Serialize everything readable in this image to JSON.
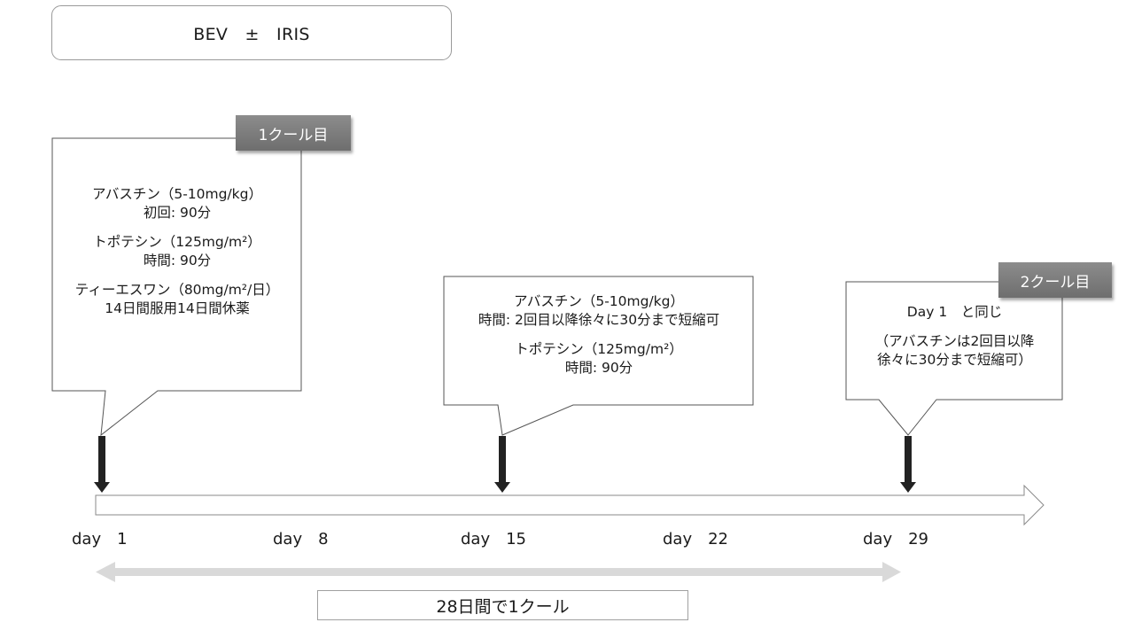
{
  "regimen_title": "BEV　±　IRIS",
  "cycle_tags": {
    "cycle1": "1クール目",
    "cycle2": "2クール目"
  },
  "callouts": {
    "day1": {
      "lines": [
        "アバスチン（5-10mg/kg）",
        "初回: 90分",
        "トポテシン（125mg/m²）",
        "時間: 90分",
        "ティーエスワン（80mg/m²/日）",
        "14日間服用14日間休薬"
      ]
    },
    "day15": {
      "lines": [
        "アバスチン（5-10mg/kg）",
        "時間: 2回目以降徐々に30分まで短縮可",
        "トポテシン（125mg/m²）",
        "時間: 90分"
      ]
    },
    "day29": {
      "lines": [
        "Day 1　と同じ",
        "（アバスチンは2回目以降",
        "徐々に30分まで短縮可）"
      ]
    }
  },
  "timeline": {
    "day_labels": [
      "day　1",
      "day　8",
      "day　15",
      "day　22",
      "day　29"
    ]
  },
  "cycle_duration_label": "28日間で1クール",
  "colors": {
    "tag_fill": "#7a7a7a",
    "marker_arrow": "#222222",
    "timeline_outline": "#8a8a8a",
    "span_arrow": "#d9d9d9"
  }
}
